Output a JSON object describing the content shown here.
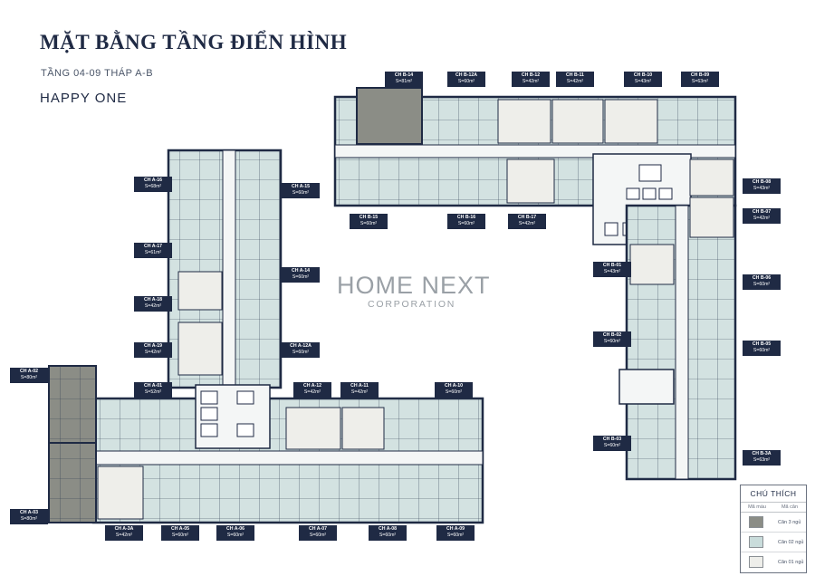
{
  "title": "MẶT BẰNG TẦNG ĐIỂN HÌNH",
  "subtitle": "TẦNG 04-09 THÁP A-B",
  "project": "HAPPY ONE",
  "brand": {
    "name": "HOME NEXT",
    "sub": "CORPORATION"
  },
  "legend": {
    "title": "CHÚ THÍCH",
    "col_color": "Mã màu",
    "col_unit": "Mã căn",
    "items": [
      {
        "label": "Căn 3 ngủ",
        "color": "#8b8d86"
      },
      {
        "label": "Căn 02 ngủ",
        "color": "#c9dcdb"
      },
      {
        "label": "Căn 01 ngủ",
        "color": "#eeeeea"
      }
    ]
  },
  "units": {
    "b14": {
      "code": "CH B-14",
      "area": "S=81m²"
    },
    "b12a": {
      "code": "CH B-12A",
      "area": "S=60m²"
    },
    "b12": {
      "code": "CH B-12",
      "area": "S=42m²"
    },
    "b11": {
      "code": "CH B-11",
      "area": "S=42m²"
    },
    "b10": {
      "code": "CH B-10",
      "area": "S=43m²"
    },
    "b09": {
      "code": "CH B-09",
      "area": "S=63m²"
    },
    "b08": {
      "code": "CH B-08",
      "area": "S=43m²"
    },
    "b07": {
      "code": "CH B-07",
      "area": "S=42m²"
    },
    "b06": {
      "code": "CH B-06",
      "area": "S=60m²"
    },
    "b05": {
      "code": "CH B-05",
      "area": "S=60m²"
    },
    "b3a": {
      "code": "CH B-3A",
      "area": "S=63m²"
    },
    "b01": {
      "code": "CH B-01",
      "area": "S=43m²"
    },
    "b02": {
      "code": "CH B-02",
      "area": "S=60m²"
    },
    "b03": {
      "code": "CH B-03",
      "area": "S=60m²"
    },
    "b15": {
      "code": "CH B-15",
      "area": "S=60m²"
    },
    "b16": {
      "code": "CH B-16",
      "area": "S=60m²"
    },
    "b17": {
      "code": "CH B-17",
      "area": "S=42m²"
    },
    "a16": {
      "code": "CH A-16",
      "area": "S=68m²"
    },
    "a15": {
      "code": "CH A-15",
      "area": "S=60m²"
    },
    "a17": {
      "code": "CH A-17",
      "area": "S=61m²"
    },
    "a14": {
      "code": "CH A-14",
      "area": "S=60m²"
    },
    "a18": {
      "code": "CH A-18",
      "area": "S=42m²"
    },
    "a19": {
      "code": "CH A-19",
      "area": "S=42m²"
    },
    "a12a": {
      "code": "CH A-12A",
      "area": "S=60m²"
    },
    "a02": {
      "code": "CH A-02",
      "area": "S=80m²"
    },
    "a01": {
      "code": "CH A-01",
      "area": "S=52m²"
    },
    "a12": {
      "code": "CH A-12",
      "area": "S=42m²"
    },
    "a11": {
      "code": "CH A-11",
      "area": "S=42m²"
    },
    "a10": {
      "code": "CH A-10",
      "area": "S=60m²"
    },
    "a03": {
      "code": "CH A-03",
      "area": "S=80m²"
    },
    "a3a": {
      "code": "CH A-3A",
      "area": "S=42m²"
    },
    "a05": {
      "code": "CH A-05",
      "area": "S=60m²"
    },
    "a06": {
      "code": "CH A-06",
      "area": "S=60m²"
    },
    "a07": {
      "code": "CH A-07",
      "area": "S=60m²"
    },
    "a08": {
      "code": "CH A-08",
      "area": "S=60m²"
    },
    "a09": {
      "code": "CH A-09",
      "area": "S=60m²"
    }
  }
}
